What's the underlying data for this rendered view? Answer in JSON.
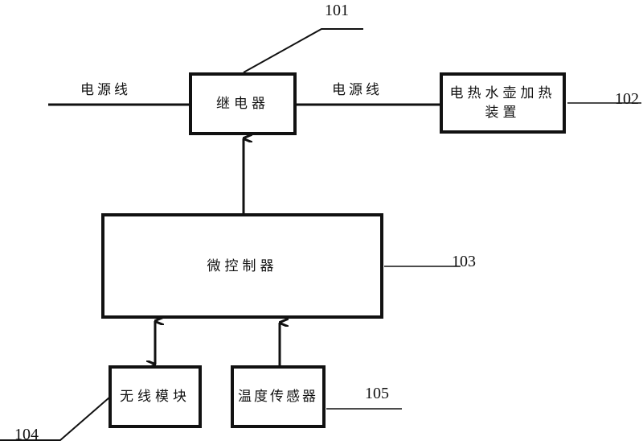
{
  "diagram": {
    "blocks": {
      "relay": {
        "label": "继电器",
        "ref": "101"
      },
      "heater": {
        "label": "电热水壶加热装置",
        "line1": "电热水壶加热",
        "line2": "装置",
        "ref": "102"
      },
      "mcu": {
        "label": "微控制器",
        "ref": "103"
      },
      "wireless": {
        "label": "无线模块",
        "ref": "104"
      },
      "sensor": {
        "label": "温度传感器",
        "ref": "105"
      }
    },
    "wire_labels": {
      "input_power": "电源线",
      "output_power": "电源线"
    },
    "connections": [
      {
        "from": "input_power",
        "to": "relay",
        "type": "line"
      },
      {
        "from": "relay",
        "to": "heater",
        "type": "line"
      },
      {
        "from": "mcu",
        "to": "relay",
        "type": "arrow"
      },
      {
        "from": "wireless",
        "to": "mcu",
        "type": "bidirectional-arrow"
      },
      {
        "from": "sensor",
        "to": "mcu",
        "type": "arrow"
      }
    ]
  }
}
